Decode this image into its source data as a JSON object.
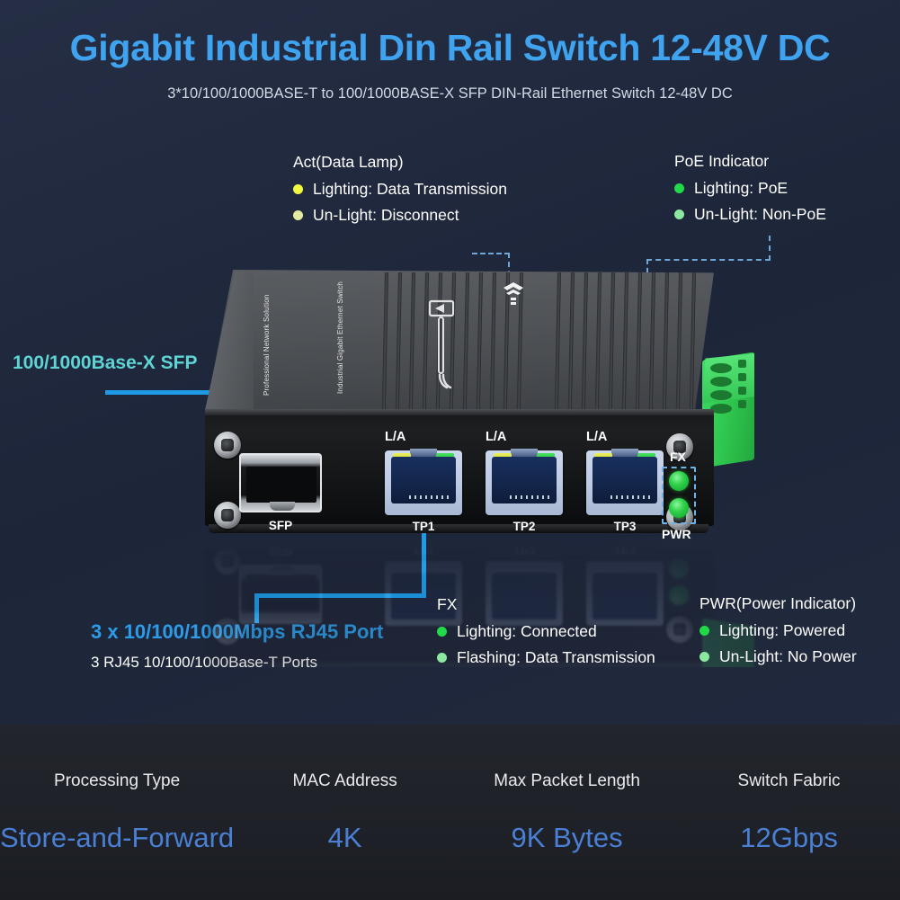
{
  "header": {
    "title": "Gigabit Industrial Din Rail Switch 12-48V DC",
    "subtitle": "3*10/100/1000BASE-T to 100/1000BASE-X SFP DIN-Rail Ethernet Switch 12-48V DC"
  },
  "colors": {
    "title_blue": "#3fa3ef",
    "accent_cyan": "#5fd4d4",
    "leader_blue": "#1e9ae6",
    "dashed_blue": "#6fb4e8",
    "led_yellow_on": "#f2f740",
    "led_yellow_off": "#e4eba0",
    "led_green_on": "#22d94a",
    "led_green_off": "#8ce8a0",
    "spec_value_blue": "#4a7fd4",
    "background": "#222a3f",
    "specbar_background": "#22242b"
  },
  "callouts": {
    "act": {
      "title": "Act(Data Lamp)",
      "rows": [
        {
          "dot": "#f2f740",
          "text": "Lighting: Data Transmission"
        },
        {
          "dot": "#e4eba0",
          "text": "Un-Light: Disconnect"
        }
      ]
    },
    "poe": {
      "title": "PoE Indicator",
      "rows": [
        {
          "dot": "#22d94a",
          "text": "Lighting: PoE"
        },
        {
          "dot": "#8ce8a0",
          "text": "Un-Light: Non-PoE"
        }
      ]
    },
    "fx": {
      "title": "FX",
      "rows": [
        {
          "dot": "#22d94a",
          "text": "Lighting: Connected"
        },
        {
          "dot": "#8ce8a0",
          "text": "Flashing: Data Transmission"
        }
      ]
    },
    "pwr": {
      "title": "PWR(Power Indicator)",
      "rows": [
        {
          "dot": "#22d94a",
          "text": "Lighting: Powered"
        },
        {
          "dot": "#8ce8a0",
          "text": "Un-Light: No Power"
        }
      ]
    }
  },
  "labels": {
    "sfp_callout": "100/1000Base-X SFP",
    "rj45_callout": "3 x 10/100/1000Mbps RJ45 Port",
    "rj45_sub": "3 RJ45 10/100/1000Base-T Ports"
  },
  "device": {
    "top_text_left": "Professional Network Solution",
    "top_text_right": "Industrial Gigabit Ethernet Switch",
    "sfp_port_label": "SFP",
    "la_label": "L/A",
    "ports": [
      "TP1",
      "TP2",
      "TP3"
    ],
    "led_fx_label": "FX",
    "led_pwr_label": "PWR"
  },
  "specs": [
    {
      "label": "Processing Type",
      "value": "Store-and-Forward"
    },
    {
      "label": "MAC Address",
      "value": "4K"
    },
    {
      "label": "Max Packet Length",
      "value": "9K Bytes"
    },
    {
      "label": "Switch Fabric",
      "value": "12Gbps"
    }
  ]
}
